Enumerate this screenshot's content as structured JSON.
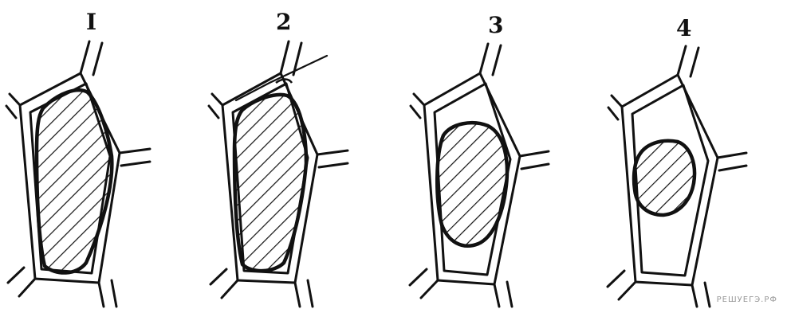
{
  "panels": [
    {
      "label": "I"
    },
    {
      "label": "2"
    },
    {
      "label": "3"
    },
    {
      "label": "4"
    }
  ],
  "watermark": "РЕШУЕГЭ.РФ",
  "colors": {
    "ink": "#111111",
    "background": "#ffffff"
  }
}
